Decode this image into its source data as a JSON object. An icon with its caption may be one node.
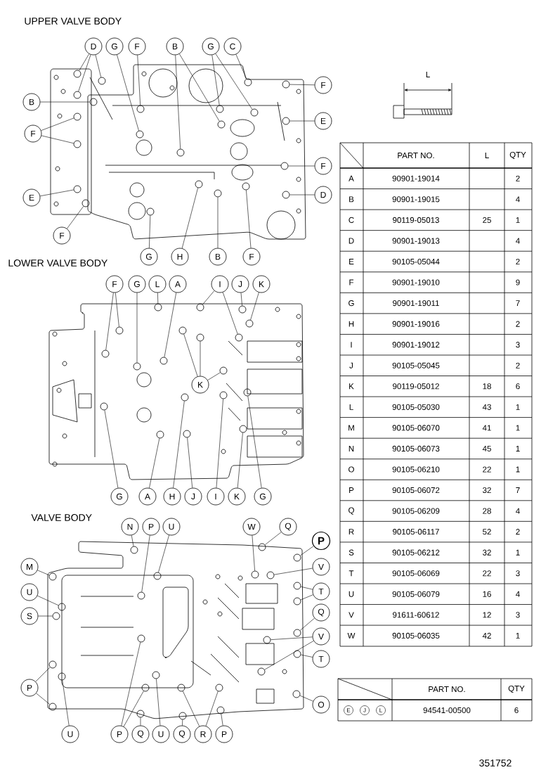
{
  "diagram": {
    "nodes": [
      {
        "text": [
          "D"
        ]
      },
      {
        "text": [
          "G"
        ]
      },
      {
        "text": [
          "F"
        ]
      },
      {
        "text": [
          "B"
        ]
      },
      {
        "text": [
          "G"
        ]
      },
      {
        "text": [
          "C"
        ]
      },
      {
        "text": [
          "B"
        ]
      },
      {
        "text": [
          "F"
        ]
      },
      {
        "text": [
          "F"
        ]
      },
      {
        "text": [
          "E"
        ]
      },
      {
        "text": [
          "F"
        ]
      },
      {
        "text": [
          "D"
        ]
      },
      {
        "text": [
          "E"
        ]
      },
      {
        "text": [
          "F"
        ]
      },
      {
        "text": [
          "G"
        ]
      },
      {
        "text": [
          "H"
        ]
      },
      {
        "text": [
          "B"
        ]
      },
      {
        "text": [
          "F"
        ]
      },
      {
        "text": [
          "F"
        ]
      },
      {
        "text": [
          "G"
        ]
      },
      {
        "text": [
          "L"
        ]
      },
      {
        "text": [
          "A"
        ]
      },
      {
        "text": [
          "I"
        ]
      },
      {
        "text": [
          "J"
        ]
      },
      {
        "text": [
          "K"
        ]
      },
      {
        "text": [
          "K"
        ]
      },
      {
        "text": [
          "G"
        ]
      },
      {
        "text": [
          "A"
        ]
      },
      {
        "text": [
          "H"
        ]
      },
      {
        "text": [
          "J"
        ]
      },
      {
        "text": [
          "I"
        ]
      },
      {
        "text": [
          "K"
        ]
      },
      {
        "text": [
          "G"
        ]
      },
      {
        "text": [
          "N"
        ]
      },
      {
        "text": [
          "P"
        ]
      },
      {
        "text": [
          "U"
        ]
      },
      {
        "text": [
          "W"
        ]
      },
      {
        "text": [
          "Q"
        ]
      },
      {
        "text": [
          "P"
        ]
      },
      {
        "text": [
          "V"
        ]
      },
      {
        "text": [
          "M"
        ]
      },
      {
        "text": [
          "T"
        ]
      },
      {
        "text": [
          "U"
        ]
      },
      {
        "text": [
          "S"
        ]
      },
      {
        "text": [
          "Q"
        ]
      },
      {
        "text": [
          "V"
        ]
      },
      {
        "text": [
          "T"
        ]
      },
      {
        "text": [
          "P"
        ]
      },
      {
        "text": [
          "O"
        ]
      },
      {
        "text": [
          "U"
        ]
      },
      {
        "text": [
          "P"
        ]
      },
      {
        "text": [
          "Q"
        ]
      },
      {
        "text": [
          "U"
        ]
      },
      {
        "text": [
          "Q"
        ]
      },
      {
        "text": [
          "R"
        ]
      },
      {
        "text": [
          "P"
        ]
      },
      {
        "text": [
          "E"
        ]
      },
      {
        "text": [
          "J"
        ]
      },
      {
        "text": [
          "L"
        ]
      },
      {
        "text": [],
        "shape": "circle"
      },
      {
        "text": [],
        "shape": "circle"
      },
      {
        "text": [],
        "shape": "circle"
      },
      {
        "text": [],
        "shape": "circle"
      },
      {
        "text": [],
        "shape": "circle"
      },
      {
        "text": [],
        "shape": "circle"
      },
      {
        "text": [],
        "shape": "circle"
      },
      {
        "text": [],
        "shape": "circle"
      },
      {
        "text": [],
        "shape": "circle"
      },
      {
        "text": [],
        "shape": "circle"
      },
      {
        "text": [],
        "shape": "circle"
      },
      {
        "text": [],
        "shape": "circle"
      },
      {
        "text": [],
        "shape": "circle"
      },
      {
        "text": [],
        "shape": "circle"
      },
      {
        "text": [],
        "shape": "circle"
      },
      {
        "text": [],
        "shape": "circle"
      },
      {
        "text": [],
        "shape": "circle"
      },
      {
        "text": [],
        "shape": "circle"
      },
      {
        "text": [],
        "shape": "circle"
      },
      {
        "text": [],
        "shape": "circle"
      },
      {
        "text": [],
        "shape": "circle"
      },
      {
        "text": [],
        "shape": "circle"
      },
      {
        "text": [],
        "shape": "circle"
      },
      {
        "text": [],
        "shape": "circle"
      },
      {
        "text": [],
        "shape": "circle"
      },
      {
        "text": [],
        "shape": "circle"
      },
      {
        "text": [],
        "shape": "circle"
      },
      {
        "text": [],
        "shape": "circle"
      },
      {
        "text": [],
        "shape": "circle"
      },
      {
        "text": [],
        "shape": "circle"
      },
      {
        "text": [],
        "shape": "circle"
      },
      {
        "text": [],
        "shape": "circle"
      },
      {
        "text": [],
        "shape": "circle"
      },
      {
        "text": [],
        "shape": "circle"
      },
      {
        "text": [],
        "shape": "circle"
      },
      {
        "text": [],
        "shape": "circle"
      },
      {
        "text": [],
        "shape": "circle"
      },
      {
        "text": [],
        "shape": "circle"
      },
      {
        "text": [],
        "shape": "circle"
      },
      {
        "text": [],
        "shape": "circle"
      },
      {
        "text": [],
        "shape": "circle"
      },
      {
        "text": [],
        "shape": "circle"
      },
      {
        "text": [],
        "shape": "circle"
      },
      {
        "text": [],
        "shape": "circle"
      },
      {
        "text": [],
        "shape": "circle"
      },
      {
        "text": [],
        "shape": "circle"
      },
      {
        "text": [],
        "shape": "circle"
      },
      {
        "text": [],
        "shape": "circle"
      },
      {
        "text": [],
        "shape": "circle"
      },
      {
        "text": [],
        "shape": "circle"
      },
      {
        "text": [],
        "shape": "circle"
      },
      {
        "text": [],
        "shape": "circle"
      },
      {
        "text": [],
        "shape": "circle"
      },
      {
        "text": [],
        "shape": "circle"
      },
      {
        "text": [],
        "shape": "circle"
      },
      {
        "text": [],
        "shape": "circle"
      },
      {
        "text": [],
        "shape": "circle"
      },
      {
        "text": [],
        "shape": "circle"
      },
      {
        "text": [],
        "shape": "circle"
      },
      {
        "text": [],
        "shape": "circle"
      },
      {
        "text": [],
        "shape": "circle"
      },
      {
        "text": [],
        "shape": "circle"
      },
      {
        "text": [],
        "shape": "circle"
      },
      {
        "text": [],
        "shape": "circle"
      },
      {
        "text": [],
        "shape": "circle"
      },
      {
        "text": [],
        "shape": "circle"
      },
      {
        "text": [],
        "shape": "circle"
      },
      {
        "text": [],
        "shape": "circle"
      },
      {
        "text": [],
        "shape": "circle"
      },
      {
        "text": [],
        "shape": "circle"
      }
    ],
    "edges": [
      {
        "from": 0,
        "to": 59,
        "arrow": "none"
      },
      {
        "from": 0,
        "to": 60,
        "arrow": "none"
      },
      {
        "from": 0,
        "to": 61,
        "arrow": "none"
      },
      {
        "from": 1,
        "to": 62,
        "arrow": "none"
      },
      {
        "from": 2,
        "to": 63,
        "arrow": "none"
      },
      {
        "from": 3,
        "to": 64,
        "arrow": "none"
      },
      {
        "from": 3,
        "to": 65,
        "arrow": "none"
      },
      {
        "from": 4,
        "to": 66,
        "arrow": "none"
      },
      {
        "from": 4,
        "to": 67,
        "arrow": "none"
      },
      {
        "from": 5,
        "to": 68,
        "arrow": "none"
      },
      {
        "from": 6,
        "to": 69,
        "arrow": "none"
      },
      {
        "from": 7,
        "to": 70,
        "arrow": "none"
      },
      {
        "from": 7,
        "to": 71,
        "arrow": "none"
      },
      {
        "from": 8,
        "to": 72,
        "arrow": "none"
      },
      {
        "from": 9,
        "to": 73,
        "arrow": "none"
      },
      {
        "from": 10,
        "to": 74,
        "arrow": "none"
      },
      {
        "from": 11,
        "to": 75,
        "arrow": "none"
      },
      {
        "from": 12,
        "to": 76,
        "arrow": "none"
      },
      {
        "from": 13,
        "to": 77,
        "arrow": "none"
      },
      {
        "from": 14,
        "to": 78,
        "arrow": "none"
      },
      {
        "from": 15,
        "to": 79,
        "arrow": "none"
      },
      {
        "from": 16,
        "to": 80,
        "arrow": "none"
      },
      {
        "from": 17,
        "to": 81,
        "arrow": "none"
      },
      {
        "from": 18,
        "to": 82,
        "arrow": "none"
      },
      {
        "from": 18,
        "to": 83,
        "arrow": "none"
      },
      {
        "from": 19,
        "to": 84,
        "arrow": "none"
      },
      {
        "from": 20,
        "to": 85,
        "arrow": "none"
      },
      {
        "from": 21,
        "to": 86,
        "arrow": "none"
      },
      {
        "from": 22,
        "to": 87,
        "arrow": "none"
      },
      {
        "from": 22,
        "to": 88,
        "arrow": "none"
      },
      {
        "from": 23,
        "to": 89,
        "arrow": "none"
      },
      {
        "from": 24,
        "to": 90,
        "arrow": "none"
      },
      {
        "from": 25,
        "to": 91,
        "arrow": "none"
      },
      {
        "from": 25,
        "to": 92,
        "arrow": "none"
      },
      {
        "from": 25,
        "to": 93,
        "arrow": "none"
      },
      {
        "from": 26,
        "to": 94,
        "arrow": "none"
      },
      {
        "from": 27,
        "to": 95,
        "arrow": "none"
      },
      {
        "from": 28,
        "to": 96,
        "arrow": "none"
      },
      {
        "from": 29,
        "to": 97,
        "arrow": "none"
      },
      {
        "from": 30,
        "to": 98,
        "arrow": "none"
      },
      {
        "from": 31,
        "to": 99,
        "arrow": "none"
      },
      {
        "from": 32,
        "to": 100,
        "arrow": "none"
      },
      {
        "from": 33,
        "to": 101,
        "arrow": "none"
      },
      {
        "from": 34,
        "to": 102,
        "arrow": "none"
      },
      {
        "from": 35,
        "to": 103,
        "arrow": "none"
      },
      {
        "from": 36,
        "to": 104,
        "arrow": "none"
      },
      {
        "from": 37,
        "to": 105,
        "arrow": "none"
      },
      {
        "from": 38,
        "to": 106,
        "arrow": "none"
      },
      {
        "from": 39,
        "to": 107,
        "arrow": "none"
      },
      {
        "from": 40,
        "to": 108,
        "arrow": "none"
      },
      {
        "from": 41,
        "to": 109,
        "arrow": "none"
      },
      {
        "from": 41,
        "to": 110,
        "arrow": "none"
      },
      {
        "from": 42,
        "to": 111,
        "arrow": "none"
      },
      {
        "from": 43,
        "to": 112,
        "arrow": "none"
      },
      {
        "from": 44,
        "to": 113,
        "arrow": "none"
      },
      {
        "from": 45,
        "to": 114,
        "arrow": "none"
      },
      {
        "from": 45,
        "to": 115,
        "arrow": "none"
      },
      {
        "from": 46,
        "to": 116,
        "arrow": "none"
      },
      {
        "from": 47,
        "to": 117,
        "arrow": "none"
      },
      {
        "from": 47,
        "to": 118,
        "arrow": "none"
      },
      {
        "from": 48,
        "to": 119,
        "arrow": "none"
      },
      {
        "from": 49,
        "to": 120,
        "arrow": "none"
      },
      {
        "from": 50,
        "to": 121,
        "arrow": "none"
      },
      {
        "from": 50,
        "to": 122,
        "arrow": "none"
      },
      {
        "from": 51,
        "to": 123,
        "arrow": "none"
      },
      {
        "from": 52,
        "to": 124,
        "arrow": "none"
      },
      {
        "from": 53,
        "to": 125,
        "arrow": "none"
      },
      {
        "from": 54,
        "to": 126,
        "arrow": "none"
      },
      {
        "from": 54,
        "to": 127,
        "arrow": "none"
      },
      {
        "from": 55,
        "to": 128,
        "arrow": "none"
      }
    ],
    "labels": [
      "UPPER VALVE BODY",
      "L",
      "PART NO.",
      "L",
      "QTY",
      "A",
      "90901-19014",
      "2",
      "B",
      "90901-19015",
      "4",
      "C",
      "90119-05013",
      "25",
      "1",
      "D",
      "90901-19013",
      "4",
      "E",
      "90105-05044",
      "2",
      "F",
      "90901-19010",
      "9",
      "G",
      "90901-19011",
      "7",
      "H",
      "90901-19016",
      "2",
      "I",
      "90901-19012",
      "3",
      "J",
      "90105-05045",
      "2",
      "K",
      "90119-05012",
      "18",
      "6",
      "L",
      "90105-05030",
      "43",
      "1",
      "M",
      "90105-06070",
      "41",
      "1",
      "N",
      "90105-06073",
      "45",
      "1",
      "O",
      "90105-06210",
      "22",
      "1",
      "P",
      "90105-06072",
      "32",
      "7",
      "Q",
      "90105-06209",
      "28",
      "4",
      "R",
      "90105-06117",
      "52",
      "2",
      "S",
      "90105-06212",
      "32",
      "1",
      "T",
      "90105-06069",
      "22",
      "3",
      "U",
      "90105-06079",
      "16",
      "4",
      "V",
      "91611-60612",
      "12",
      "3",
      "W",
      "90105-06035",
      "42",
      "1",
      "LOWER VALVE BODY",
      "VALVE BODY",
      "PART NO.",
      "QTY",
      "94541-00500",
      "6",
      "351752"
    ]
  }
}
